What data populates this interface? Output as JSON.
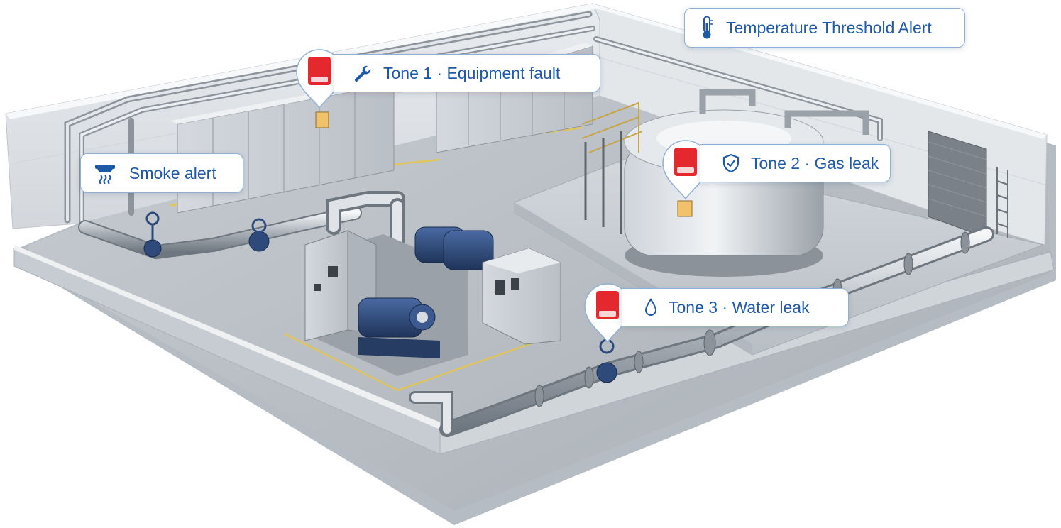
{
  "colors": {
    "accent": "#1f5aa8",
    "callout_border": "#8fb0d4",
    "alarm_red": "#e5282e",
    "warning_yellow": "#e8c547",
    "pump_blue": "#2e4a7a"
  },
  "callouts": {
    "temperature": {
      "label": "Temperature Threshold Alert",
      "icon": "thermometer-icon"
    },
    "tone1": {
      "label": "Tone 1 · Equipment fault",
      "icon": "wrench-icon",
      "device": "alarm-device-icon"
    },
    "smoke": {
      "label": "Smoke alert",
      "icon": "smoke-detector-icon"
    },
    "tone2": {
      "label": "Tone 2 · Gas leak",
      "icon": "shield-check-icon",
      "device": "alarm-device-icon"
    },
    "tone3": {
      "label": "Tone 3 · Water leak",
      "icon": "water-drop-icon",
      "device": "alarm-device-icon"
    }
  }
}
